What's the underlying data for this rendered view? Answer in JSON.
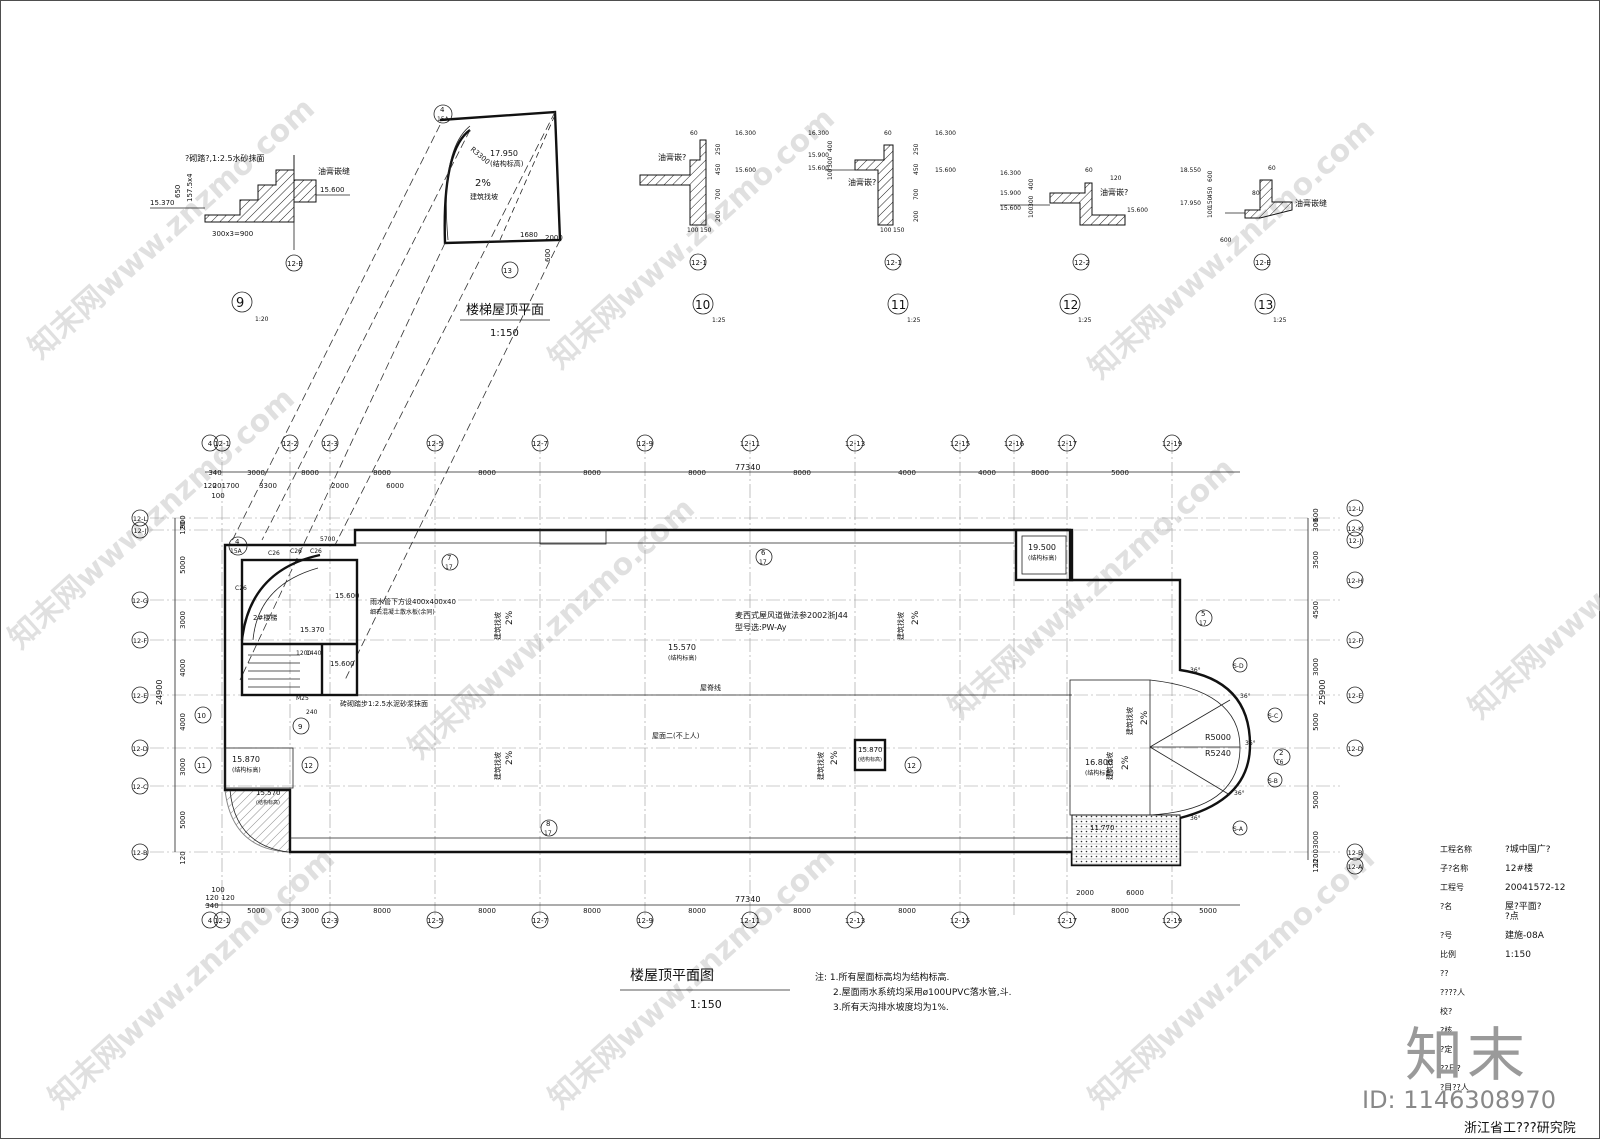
{
  "brand": "知末",
  "image_id": "ID: 1146308970",
  "watermark": "知末网www.znzmo.com",
  "main_plan": {
    "title": "楼屋顶平面图",
    "scale": "1:150",
    "notes": [
      "注: 1.所有屋面标高均为结构标高.",
      "2.屋面雨水系统均采用ø100UPVC落水管,斗.",
      "3.所有天沟排水坡度均为1%."
    ],
    "top_axes": [
      "4",
      "12-1",
      "12-2",
      "12-3",
      "12-5",
      "12-7",
      "12-9",
      "12-11",
      "12-13",
      "12-15",
      "12-16",
      "12-17",
      "12-19"
    ],
    "bottom_axes": [
      "4",
      "12-1",
      "12-2",
      "12-3",
      "12-5",
      "12-7",
      "12-9",
      "12-11",
      "12-13",
      "12-15",
      "12-17",
      "12-19"
    ],
    "left_axes": [
      "12-L",
      "12-J",
      "12-G",
      "12-F",
      "12-E",
      "12-D",
      "12-C",
      "12-B"
    ],
    "right_axes": [
      "12-L",
      "12-K",
      "12-J",
      "12-H",
      "12-F",
      "12-E",
      "12-D",
      "12-B",
      "12-A"
    ],
    "total_width": "77340",
    "total_height": "25900",
    "total_height_right": "25900",
    "top_dims_row1": [
      "340",
      "3000",
      "8000",
      "8000",
      "8000",
      "8000",
      "8000",
      "8000",
      "4000",
      "4000",
      "8000",
      "5000"
    ],
    "top_dims_row2": [
      "120",
      "201700",
      "3300",
      "2000",
      "6000"
    ],
    "top_dims_row3": [
      "100"
    ],
    "bottom_dims": [
      "5000",
      "3000",
      "8000",
      "8000",
      "8000",
      "8000",
      "8000",
      "8000",
      "8000",
      "5000"
    ],
    "bottom_small": [
      "100",
      "120",
      "120",
      "340"
    ],
    "bottom_right_dims": [
      "2000",
      "6000"
    ],
    "left_dims": [
      "900",
      "120",
      "5000",
      "3000",
      "4000",
      "4000",
      "3000",
      "5000",
      "120"
    ],
    "left_total": "24900",
    "right_dims": [
      "600",
      "300",
      "3500",
      "4500",
      "3000",
      "5000",
      "5000",
      "3000",
      "1200",
      "120"
    ],
    "labels": {
      "elev_1": "19.500",
      "elev_1_note": "(结构标高)",
      "elev_2": "15.570",
      "elev_2_note": "(结构标高)",
      "elev_3": "15.870",
      "elev_3_note": "(结构标高)",
      "elev_4": "15.870",
      "elev_4_note": "(结构标高)",
      "elev_5": "16.800",
      "elev_5_note": "(结构标高)",
      "elev_6": "15.600",
      "elev_7": "15.370",
      "elev_8": "15.600",
      "elev_9": "15.570",
      "elev_9_note": "(结构标高)",
      "elev_10": "11.770",
      "vent": "麦西式屋风道做法参2002浙J44",
      "vent_model": "型号选:PW-Ay",
      "ridge": "屋脊线",
      "roof_2": "屋面二(不上人)",
      "slope": "2%",
      "build_slope": "建筑找坡",
      "drain_pipe": "雨水管下方设400x400x40",
      "drain_pipe2": "细石混凝土散水板(余同)",
      "stair": "2#楼梯",
      "stair_note": "砖砌踏步1:2.5水泥砂浆抹面",
      "r5000": "R5000",
      "r5240": "R5240",
      "c26": "C26",
      "m25": "M25",
      "deg36": "36°",
      "dim_1200": "1200",
      "dim_144": "1440",
      "dim_240": "240",
      "dim_5700": "5700",
      "ref_4_15a": "4",
      "ref_15a": "15A",
      "ref_7": "7",
      "ref_6": "6",
      "ref_5": "5",
      "ref_8": "8",
      "ref_17": "17",
      "ref_10": "10",
      "ref_11": "11",
      "ref_12": "12",
      "ref_9": "9",
      "ref_2": "2",
      "ref_t6": "T6",
      "s_d": "S-D",
      "s_c": "S-C",
      "s_b": "S-B",
      "s_a": "S-A"
    }
  },
  "stair_roof": {
    "title": "楼梯屋顶平面",
    "scale": "1:150",
    "elev": "17.950",
    "elev_note": "(结构标高)",
    "slope": "2%",
    "build_slope": "建筑找坡",
    "radius": "R3300",
    "dim_a": "1680",
    "dim_b": "2000",
    "dim_c": "600",
    "ref_circle": "4",
    "ref_sheet": "15A",
    "ref_13": "13"
  },
  "details": [
    {
      "num": "9",
      "scale": "1:20",
      "label1": "?砌踏?,1:2.5水砂抹面",
      "label2": "油膏嵌缝",
      "elev1": "15.600",
      "elev2": "15.370",
      "dims": "300x3=900",
      "dim_v": "650",
      "dim_v2": "157.5x4",
      "axis": "12-E"
    },
    {
      "num": "10",
      "scale": "1:25",
      "label1": "油膏嵌?",
      "elev_top": "16.300",
      "elev_mid": "15.600",
      "dims": [
        "250",
        "450",
        "700",
        "200"
      ],
      "axis": "12-1",
      "dim_b": "100",
      "dim_b2": "150",
      "dim_t": "60"
    },
    {
      "num": "11",
      "scale": "1:25",
      "label1": "油膏嵌?",
      "elev_top": "16.300",
      "elev_a": "15.900",
      "elev_b": "15.600",
      "elev_c": "15.600",
      "dims": [
        "250",
        "450",
        "700",
        "200"
      ],
      "axis": "12-1",
      "dim_b": "100",
      "dim_b2": "150",
      "dim_t": "60",
      "dim_l": [
        "400",
        "300",
        "100"
      ]
    },
    {
      "num": "12",
      "scale": "1:25",
      "label1": "油膏嵌?",
      "elev_top": "16.300",
      "elev_a": "15.900",
      "elev_b": "15.600",
      "elev_c": "15.600",
      "dims": [
        "400",
        "300",
        "100"
      ],
      "axis": "12-2",
      "dim_t": "60",
      "dim_r": "120"
    },
    {
      "num": "13",
      "scale": "1:25",
      "label1": "油膏嵌缝",
      "elev_top": "18.550",
      "elev_b": "17.950",
      "dims": [
        "600",
        "450",
        "150",
        "100"
      ],
      "axis": "12-E",
      "dim_t": "60",
      "dim_w": "600",
      "dim_r": "80"
    }
  ],
  "title_block": {
    "rows": [
      {
        "label": "工程名称",
        "value": "?城中国广?"
      },
      {
        "label": "子?名称",
        "value": "12#楼"
      },
      {
        "label": "工程号",
        "value": "20041572-12"
      },
      {
        "label": "?名",
        "value": "屋?平面?"
      },
      {
        "label": "",
        "value": "?点"
      },
      {
        "label": "?号",
        "value": "建施-08A"
      },
      {
        "label": "比例",
        "value": "1:150"
      },
      {
        "label": "??",
        "value": ""
      },
      {
        "label": "????人",
        "value": ""
      },
      {
        "label": "校?",
        "value": ""
      },
      {
        "label": "?核",
        "value": ""
      },
      {
        "label": "?定",
        "value": ""
      },
      {
        "label": "??日?",
        "value": ""
      },
      {
        "label": "?目??人",
        "value": ""
      }
    ],
    "org": "浙江省工???研究院"
  }
}
